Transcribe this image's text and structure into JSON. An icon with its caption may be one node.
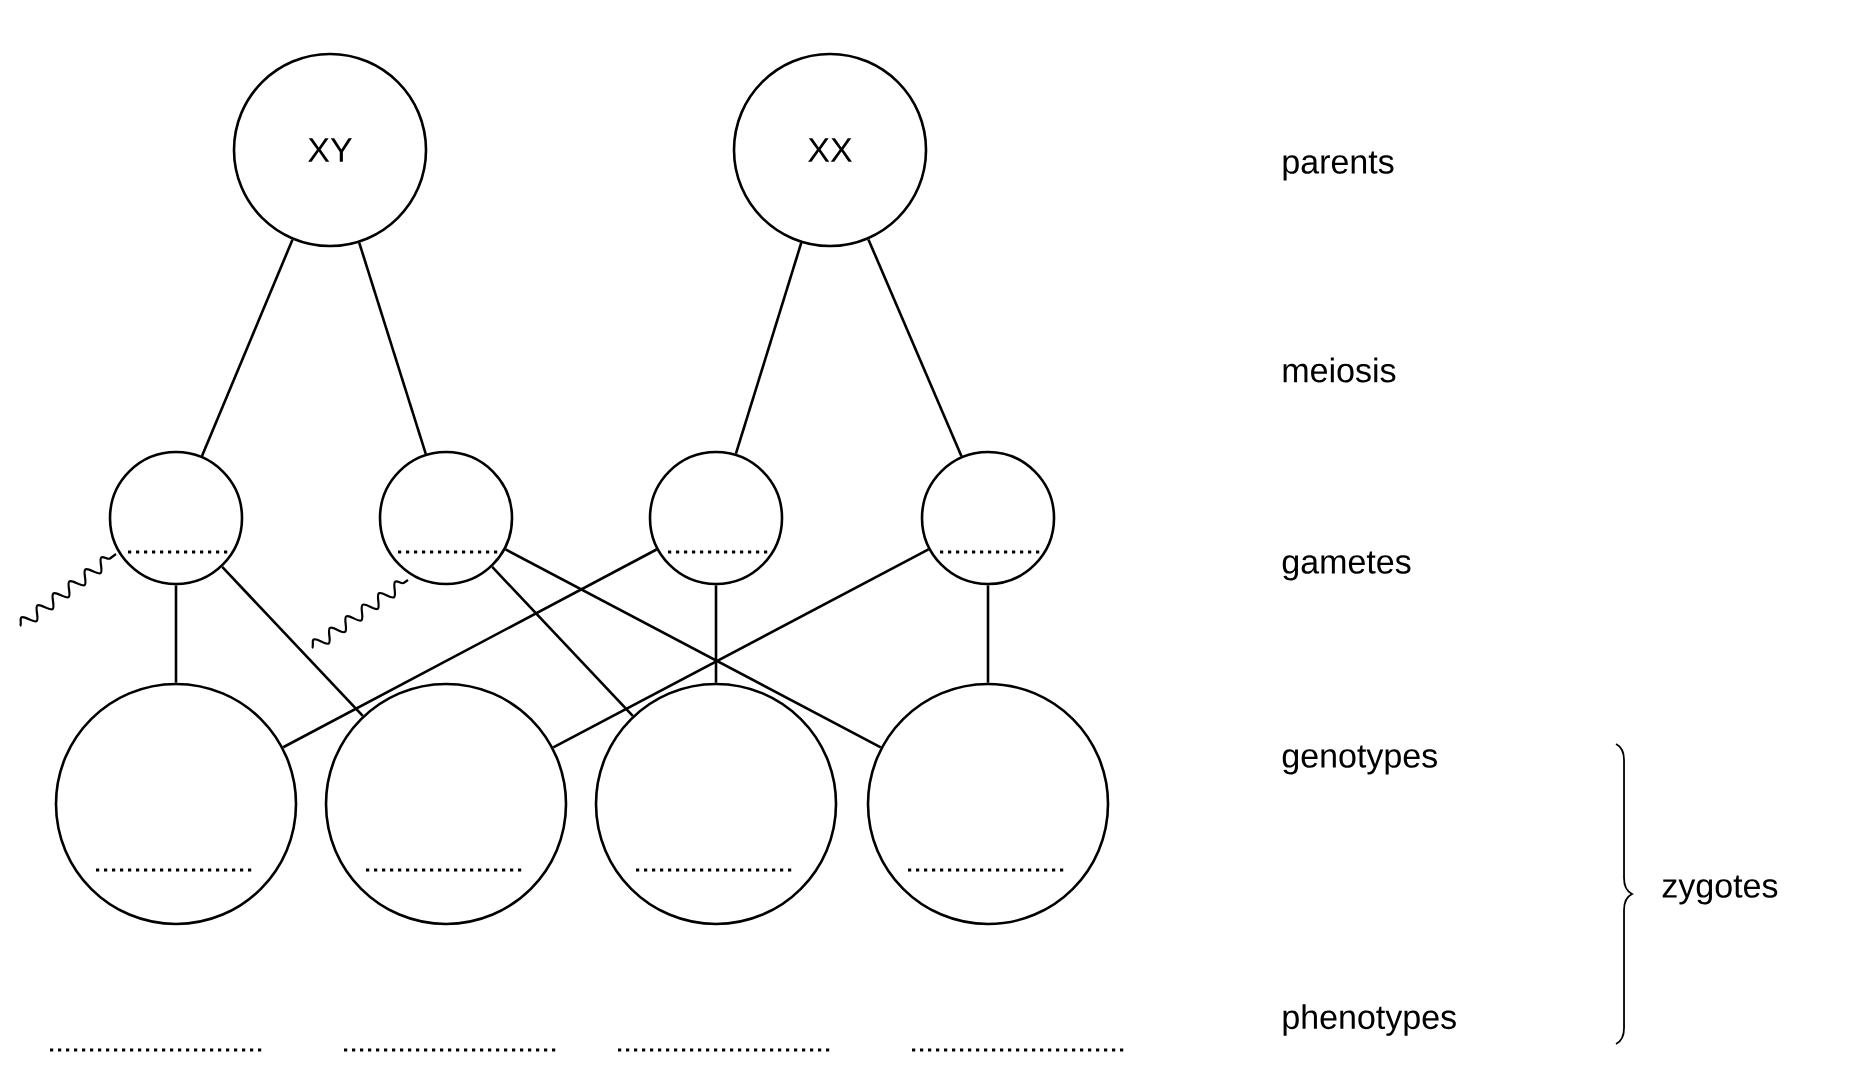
{
  "diagram": {
    "nodes": [
      {
        "text": [
          "XY"
        ]
      },
      {
        "text": [
          "XX"
        ]
      },
      {
        "text": [],
        "shape": "circle"
      },
      {
        "text": [],
        "shape": "circle"
      },
      {
        "text": [],
        "shape": "circle"
      },
      {
        "text": [],
        "shape": "circle"
      },
      {
        "text": [],
        "shape": "circle"
      },
      {
        "text": [],
        "shape": "circle"
      },
      {
        "text": [],
        "shape": "circle"
      },
      {
        "text": [],
        "shape": "circle"
      }
    ],
    "edges": [
      {
        "from": 0,
        "to": 2,
        "arrow": "none"
      },
      {
        "from": 0,
        "to": 3,
        "arrow": "none"
      },
      {
        "from": 1,
        "to": 4,
        "arrow": "none"
      },
      {
        "from": 1,
        "to": 5,
        "arrow": "none"
      },
      {
        "from": 2,
        "to": 6,
        "arrow": "none"
      },
      {
        "from": 2,
        "to": 7,
        "arrow": "none"
      },
      {
        "from": 3,
        "to": 8,
        "arrow": "none"
      },
      {
        "from": 3,
        "to": 9,
        "arrow": "none"
      },
      {
        "from": 4,
        "to": 6,
        "arrow": "none"
      },
      {
        "from": 4,
        "to": 8,
        "arrow": "none"
      },
      {
        "from": 5,
        "to": 7,
        "arrow": "none"
      },
      {
        "from": 5,
        "to": 9,
        "arrow": "none"
      }
    ],
    "labels": [
      "parents",
      "meiosis",
      "gametes",
      "genotypes",
      "zygotes",
      "phenotypes"
    ]
  }
}
